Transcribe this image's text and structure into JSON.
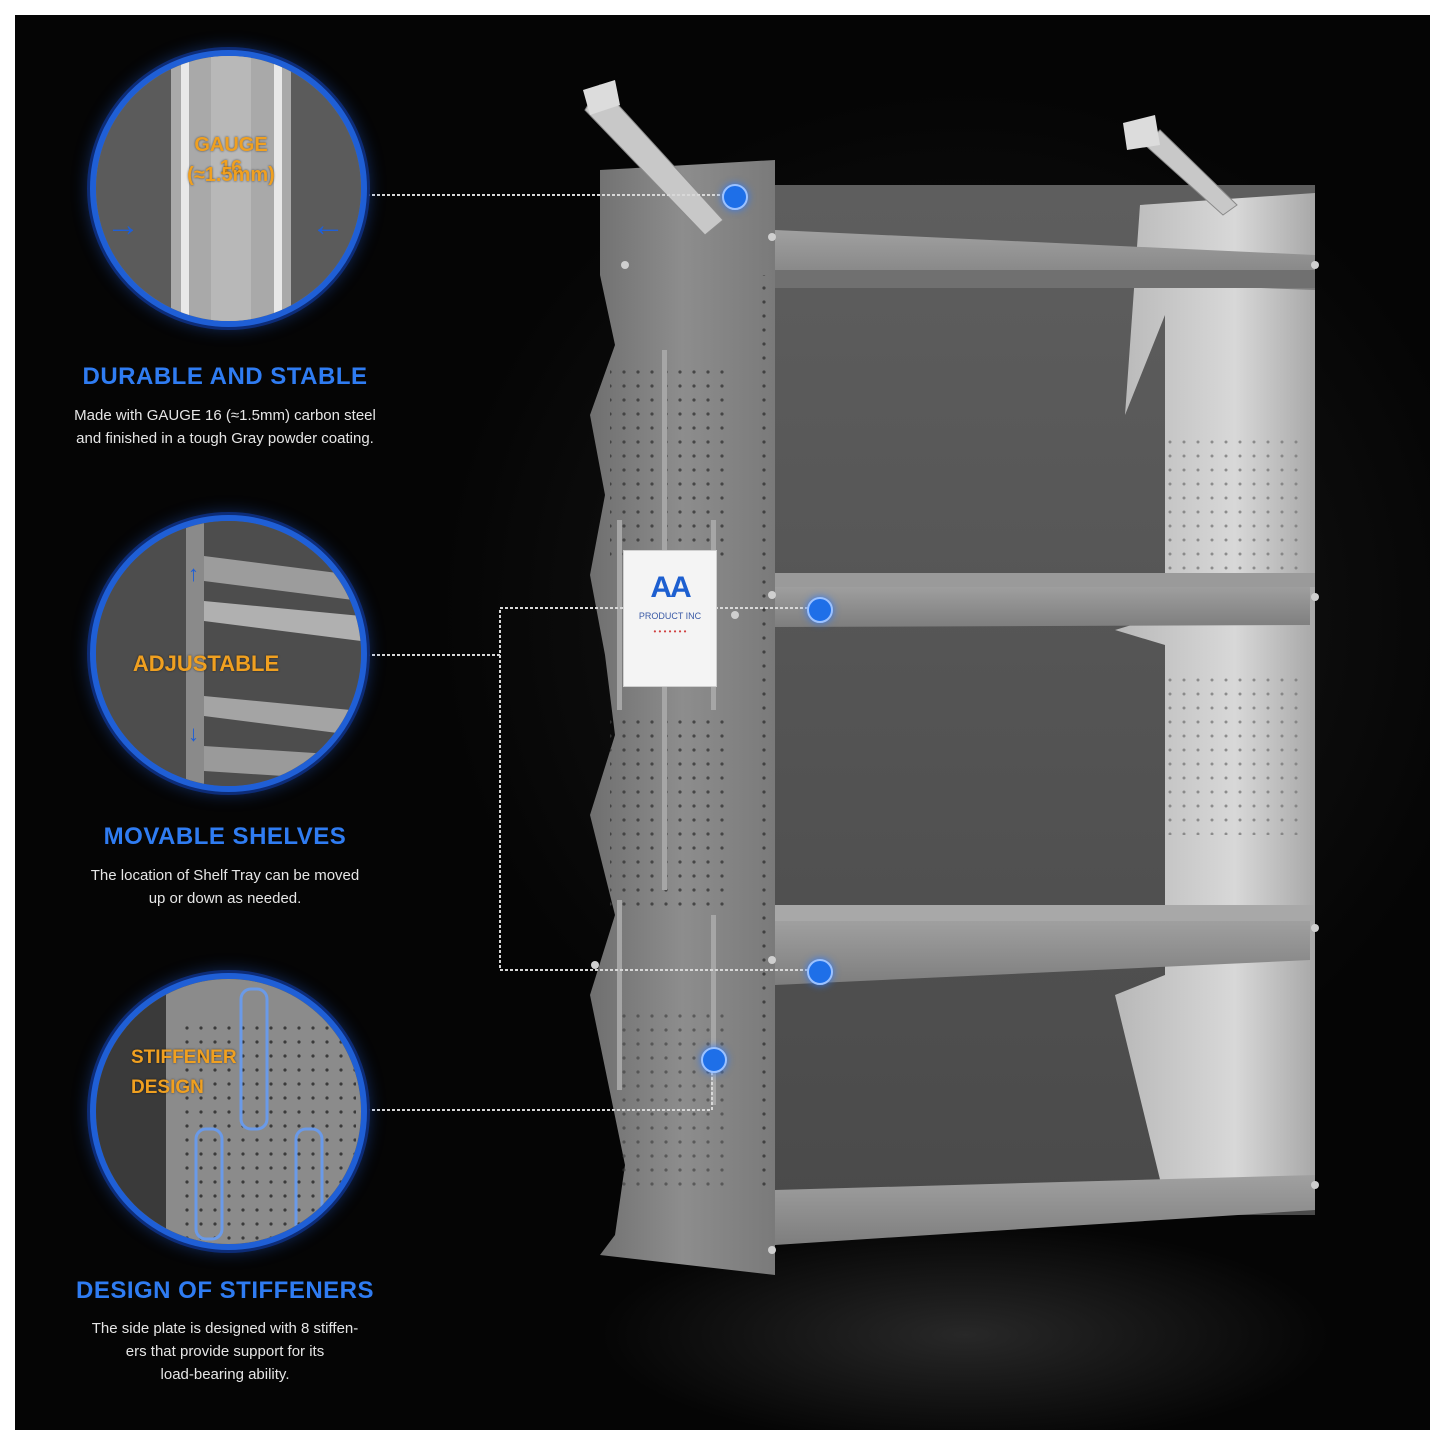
{
  "colors": {
    "accent_blue": "#2f7cf2",
    "label_orange": "#f0a020",
    "shelf_gray": "#8c8c8c",
    "background": "#0a0a0a"
  },
  "features": [
    {
      "title": "DURABLE AND STABLE",
      "desc_line1": "Made with GAUGE 16 (≈1.5mm) carbon steel",
      "desc_line2": "and finished in a tough Gray powder coating.",
      "callout_line1": "GAUGE 16",
      "callout_line2": "(≈1.5mm)"
    },
    {
      "title": "MOVABLE SHELVES",
      "desc_line1": "The location of Shelf Tray can be moved",
      "desc_line2": "up or down as needed.",
      "callout": "ADJUSTABLE"
    },
    {
      "title": "DESIGN OF STIFFENERS",
      "desc_line1": "The side plate is designed with 8 stiffen-",
      "desc_line2": "ers that provide support for its",
      "desc_line3": "load-bearing ability.",
      "callout_line1": "STIFFENER",
      "callout_line2": "DESIGN"
    }
  ],
  "logo": {
    "mark": "AA",
    "line1": "PRODUCT INC",
    "line2": "• • • • • • •"
  },
  "icons": [
    "arrow-right-icon",
    "arrow-left-icon",
    "arrow-up-icon",
    "arrow-down-icon",
    "callout-dot-icon"
  ]
}
